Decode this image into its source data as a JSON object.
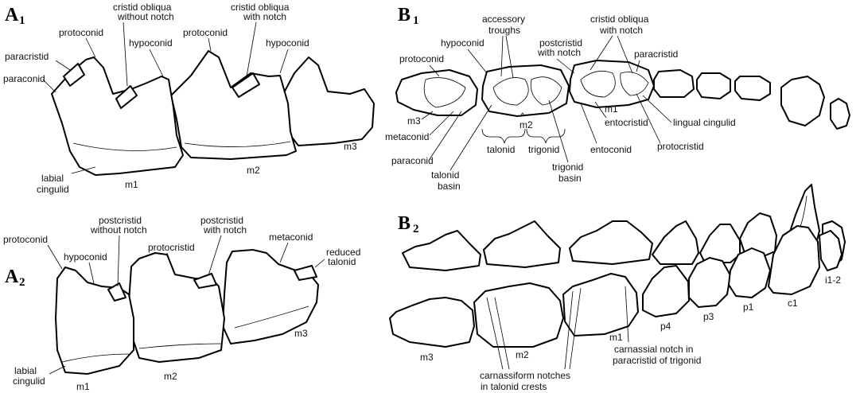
{
  "colors": {
    "line": "#000000",
    "background": "#ffffff",
    "text": "#111111"
  },
  "panels": {
    "A1": {
      "letter": "A",
      "sub": "1"
    },
    "A2": {
      "letter": "A",
      "sub": "2"
    },
    "B1": {
      "letter": "B",
      "sub": "1"
    },
    "B2": {
      "letter": "B",
      "sub": "2"
    }
  },
  "labels": {
    "a1": {
      "protoconid_1": "protoconid",
      "cristid_notch_no_1": "cristid obliqua",
      "cristid_notch_no_2": "without notch",
      "cristid_notch_yes_1": "cristid obliqua",
      "cristid_notch_yes_2": "with notch",
      "paracristid": "paracristid",
      "paraconid": "paraconid",
      "hypoconid_1": "hypoconid",
      "protoconid_2": "protoconid",
      "hypoconid_2": "hypoconid",
      "m3": "m3",
      "labial_cingulid_1": "labial",
      "labial_cingulid_2": "cingulid",
      "m1": "m1",
      "m2": "m2"
    },
    "a2": {
      "protoconid": "protoconid",
      "hypoconid": "hypoconid",
      "postcristid_no_1": "postcristid",
      "postcristid_no_2": "without notch",
      "protocristid": "protocristid",
      "postcristid_yes_1": "postcristid",
      "postcristid_yes_2": "with notch",
      "metaconid": "metaconid",
      "reduced_talonid_1": "reduced",
      "reduced_talonid_2": "talonid",
      "m3": "m3",
      "labial_cingulid_1": "labial",
      "labial_cingulid_2": "cingulid",
      "m1": "m1",
      "m2": "m2"
    },
    "b1": {
      "accessory_1": "accessory",
      "accessory_2": "troughs",
      "cristid_notch_1": "cristid obliqua",
      "cristid_notch_2": "with notch",
      "hypoconid": "hypoconid",
      "postcristid_1": "postcristid",
      "postcristid_2": "with notch",
      "paracristid": "paracristid",
      "protoconid": "protoconid",
      "m1": "m1",
      "m3": "m3",
      "m2": "m2",
      "lingual_cingulid": "lingual cingulid",
      "entocristid": "entocristid",
      "metaconid": "metaconid",
      "talonid": "talonid",
      "trigonid": "trigonid",
      "entoconid": "entoconid",
      "protocristid": "protocristid",
      "paraconid": "paraconid",
      "talonid_basin_1": "talonid",
      "talonid_basin_2": "basin",
      "trigonid_basin_1": "trigonid",
      "trigonid_basin_2": "basin"
    },
    "b2": {
      "i1_2": "i1-2",
      "c1": "c1",
      "p1": "p1",
      "p3": "p3",
      "p4": "p4",
      "m1": "m1",
      "m2": "m2",
      "m3": "m3",
      "carnassial_1": "carnassial notch in",
      "carnassial_2": "paracristid of trigonid",
      "carnassiform_1": "carnassiform notches",
      "carnassiform_2": "in talonid crests"
    }
  }
}
